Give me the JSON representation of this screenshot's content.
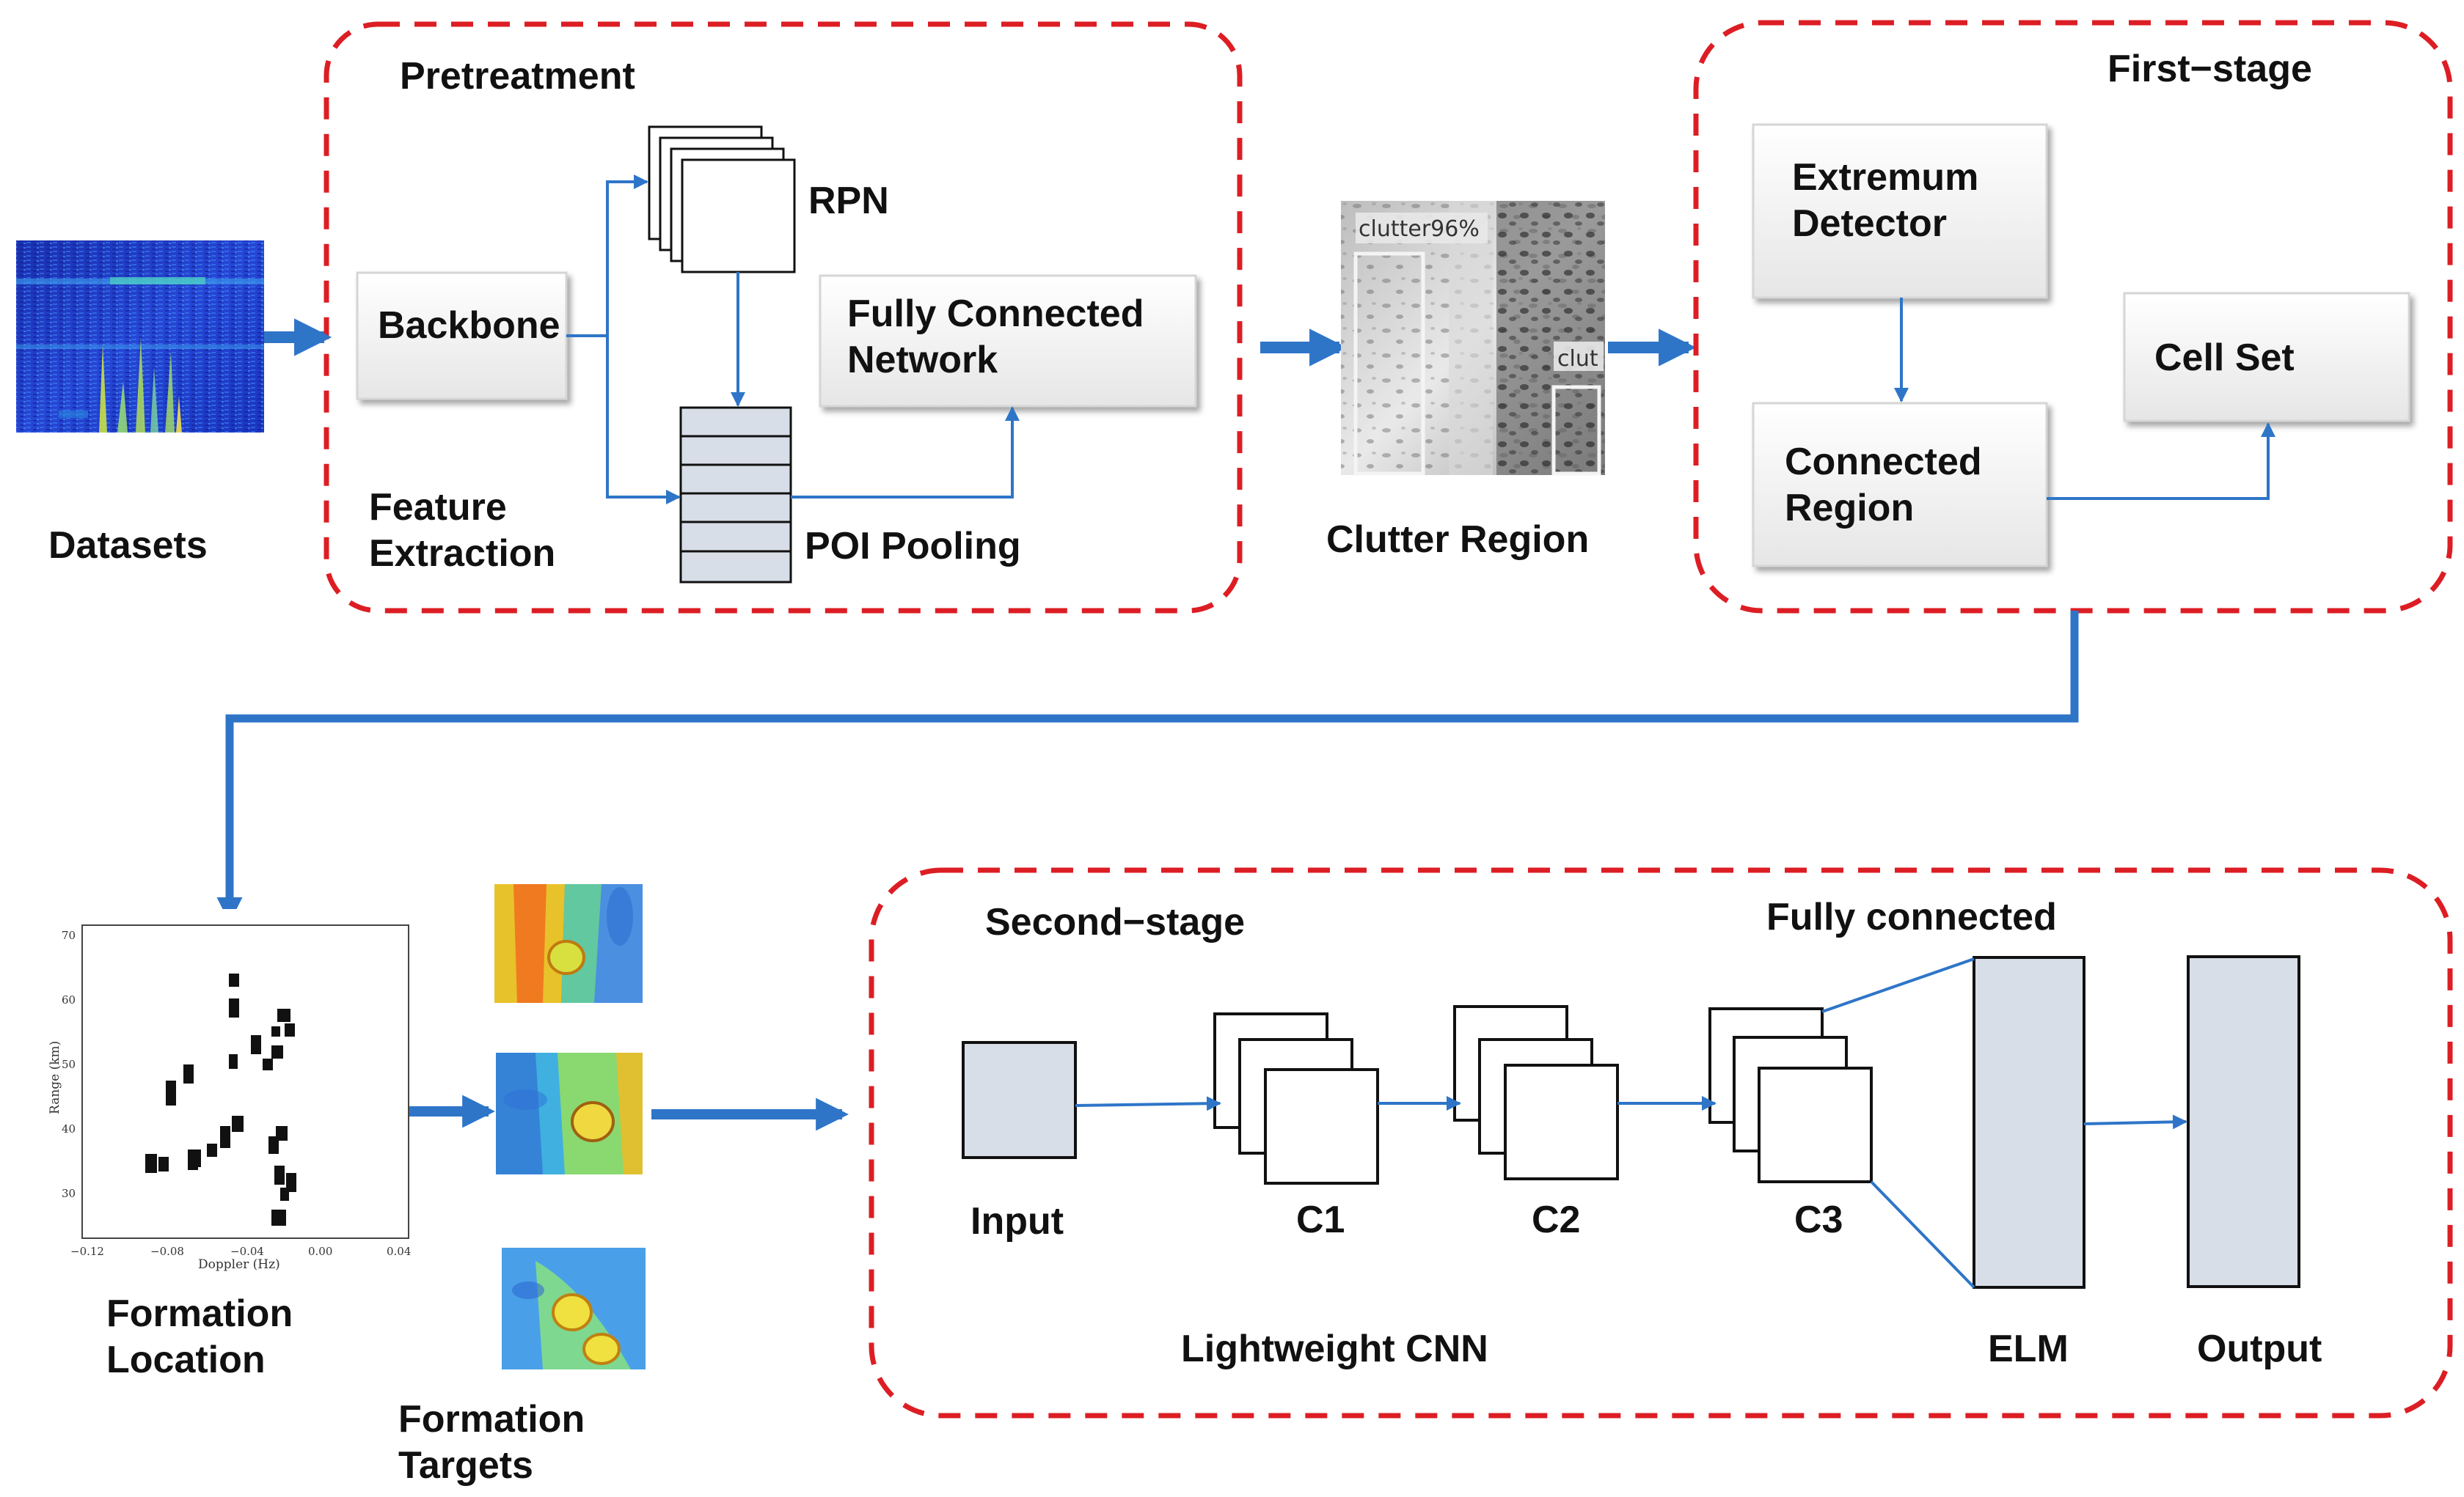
{
  "colors": {
    "stage_border": "#dc1e24",
    "arrow": "#2e75c8",
    "fc_fill": "#d8dee7",
    "box_fill": "#f1f1f1"
  },
  "labels": {
    "datasets": "Datasets",
    "pretreatment": "Pretreatment",
    "backbone": "Backbone",
    "feature_extraction_line1": "Feature",
    "feature_extraction_line2": "Extraction",
    "rpn": "RPN",
    "fully_connected_network_line1": "Fully Connected",
    "fully_connected_network_line2": "Network",
    "poi_pooling": "POI Pooling",
    "clutter_region": "Clutter Region",
    "first_stage": "First−stage",
    "extremum_detector_line1": "Extremum",
    "extremum_detector_line2": "Detector",
    "connected_region_line1": "Connected",
    "connected_region_line2": "Region",
    "cell_set": "Cell Set",
    "formation_location_line1": "Formation",
    "formation_location_line2": "Location",
    "formation_targets_line1": "Formation",
    "formation_targets_line2": "Targets",
    "second_stage": "Second−stage",
    "fully_connected": "Fully connected",
    "input": "Input",
    "c1": "C1",
    "c2": "C2",
    "c3": "C3",
    "lightweight_cnn": "Lightweight CNN",
    "elm": "ELM",
    "output": "Output"
  },
  "clutter_image": {
    "detection_label_1": "clutter96%",
    "detection_label_2": "clut"
  },
  "formation_plot": {
    "xlabel": "Doppler (Hz)",
    "ylabel": "Range (km)",
    "x_ticks": [
      "−0.12",
      "−0.08",
      "−0.04",
      "0.00",
      "0.04"
    ],
    "y_ticks": [
      "70",
      "60",
      "50",
      "40",
      "30"
    ]
  }
}
